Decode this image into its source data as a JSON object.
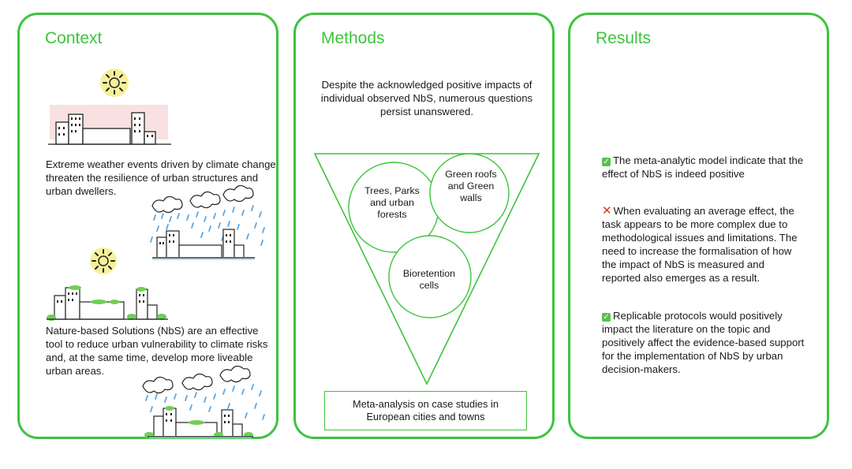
{
  "panels": {
    "context": {
      "title": "Context",
      "text_1": "Extreme weather events driven by climate change threaten the resilience of urban structures and urban dwellers.",
      "text_2": "Nature-based Solutions (NbS) are an effective tool to reduce urban vulnerability to climate risks and, at the same time, develop more liveable urban areas."
    },
    "methods": {
      "title": "Methods",
      "intro": "Despite the acknowledged positive impacts of individual observed NbS, numerous questions persist unanswered.",
      "circles": {
        "trees": "Trees, Parks and urban forests",
        "green_roofs": "Green roofs and Green walls",
        "bioretention": "Bioretention cells"
      },
      "box_text": "Meta-analysis on case studies in European cities and towns"
    },
    "results": {
      "title": "Results",
      "item_1": "The meta-analytic model indicate that the effect of NbS is indeed positive",
      "item_2": "When evaluating an average effect, the task appears to be more complex due to methodological issues and limitations. The need to increase the formalisation of how the impact of NbS is measured and reported also emerges as a result.",
      "item_3": "Replicable protocols would positively impact the literature on the topic and positively affect the evidence-based support for the implementation of NbS by urban decision-makers.",
      "item_1_icon": "check-icon",
      "item_2_icon": "cross-icon",
      "item_3_icon": "check-icon"
    }
  },
  "colors": {
    "accent_green": "#3cc43c",
    "rain_blue": "#5aa6e0",
    "sun_yellow": "#f5ec80",
    "heat_pink": "#f3c9c6",
    "cross_red": "#e0302a"
  }
}
